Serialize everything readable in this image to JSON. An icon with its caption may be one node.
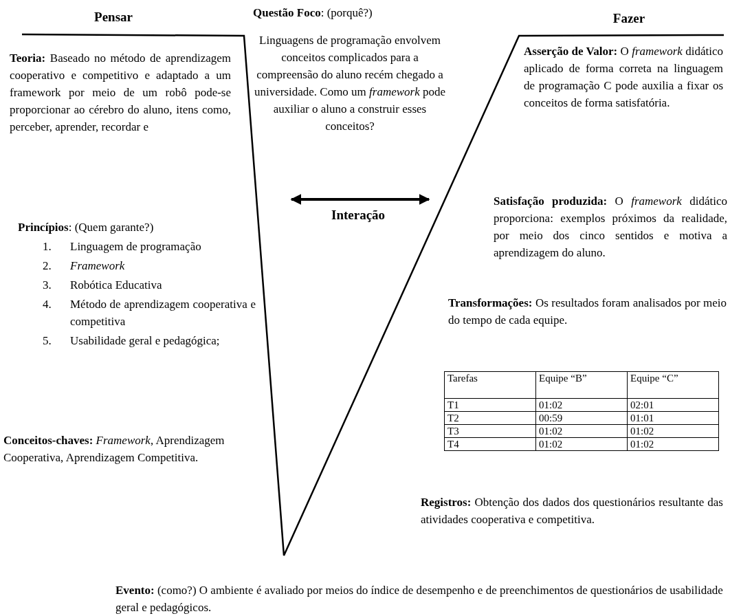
{
  "diagram": {
    "labels": [
      "Pensar",
      "**Questão Foco**: (porquê?)",
      "Fazer",
      "**Teoria:** Baseado no método de aprendizagem cooperativo e competitivo e adaptado a um framework por meio de um robô pode-se proporcionar ao cérebro do aluno, itens como, perceber, aprender, recordar e",
      "Linguagens de programação envolvem conceitos complicados para a compreensão do aluno recém chegado a universidade. Como um *framework* pode auxiliar o aluno a construir esses conceitos?",
      "**Asserção de Valor:** O *framework* didático aplicado de forma correta na linguagem de programação C pode auxilia a fixar os conceitos de forma satisfatória.",
      "**Satisfação produzida:** O *framework* didático proporciona: exemplos próximos da realidade, por meio dos cinco sentidos e motiva a aprendizagem do aluno.",
      "**Princípios**: (Quem garante?)",
      "1.",
      "Linguagem de programação",
      "2.",
      "*Framework*",
      "3.",
      "Robótica Educativa",
      "4.",
      "Método de aprendizagem cooperativa e competitiva",
      "5.",
      "Usabilidade geral e pedagógica;",
      "Interação",
      "**Transformações:** Os resultados foram analisados por meio do tempo de cada equipe.",
      "Tarefas",
      "Equipe “B”",
      "Equipe “C”",
      "T1",
      "01:02",
      "02:01",
      "T2",
      "00:59",
      "01:01",
      "T3",
      "01:02",
      "01:02",
      "T4",
      "01:02",
      "01:02",
      "**Conceitos-chaves:** *Framework*, Aprendizagem Cooperativa, Aprendizagem Competitiva.",
      "**Registros:** Obtenção dos dados dos questionários resultante das atividades cooperativa e competitiva.",
      "**Evento:** (como?) O ambiente é avaliado por meios do índice de desempenho e de preenchimentos de questionários de usabilidade geral e pedagógicos."
    ]
  }
}
